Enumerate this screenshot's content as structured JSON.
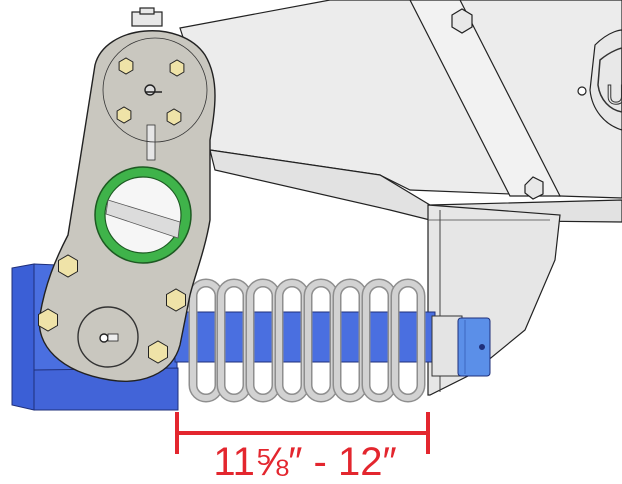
{
  "measurement": {
    "label": "11⅝″ - 12″",
    "color": "#e3262e"
  },
  "colors": {
    "frame": "#e9e9e9",
    "outline": "#222222",
    "arm": "#c9c7bf",
    "bolt": "#efe3a8",
    "bushing_ring": "#3fb34a",
    "spring": "#c8c8c8",
    "spacer_blue": "#4a6fe0",
    "end_cap_blue": "#5b8fe8"
  },
  "parts": [
    "trailer-frame",
    "torsion-arm",
    "coil-spring",
    "spring-spacer-block",
    "spring-end-cap",
    "measurement-bracket"
  ]
}
